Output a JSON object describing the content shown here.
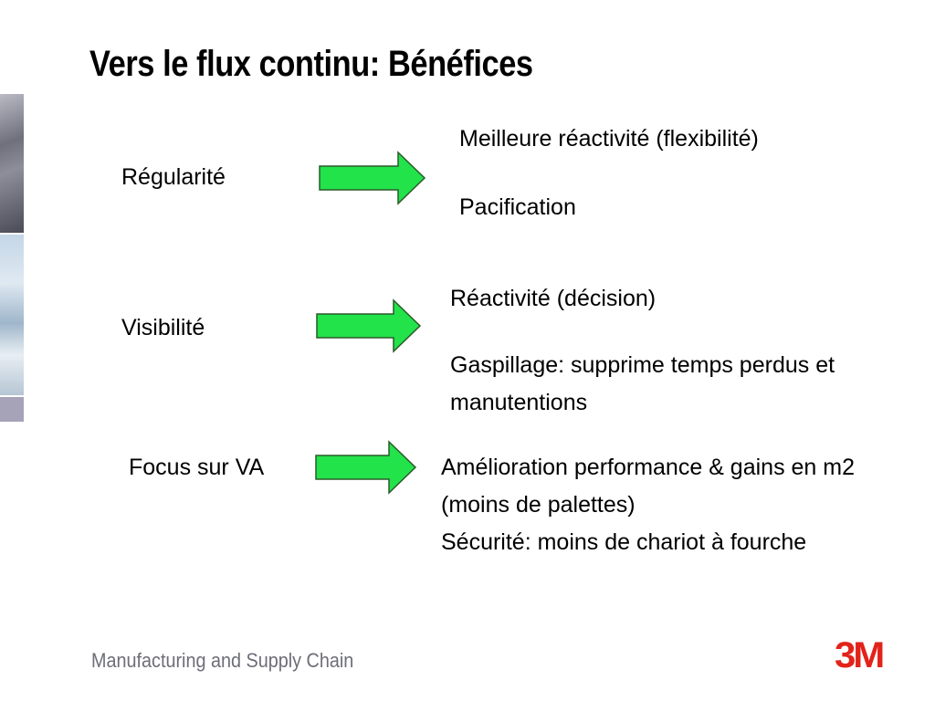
{
  "title": "Vers le flux continu: Bénéfices",
  "rows": [
    {
      "cause": "Régularité",
      "benefits": [
        "Meilleure réactivité (flexibilité)",
        "Pacification"
      ]
    },
    {
      "cause": "Visibilité",
      "benefits": [
        "Réactivité (décision)",
        "Gaspillage: supprime temps perdus et manutentions"
      ]
    },
    {
      "cause": "Focus sur VA",
      "benefits": [
        "Amélioration performance & gains en m2 (moins de palettes)",
        "Sécurité: moins de chariot à fourche"
      ]
    }
  ],
  "footer": "Manufacturing and Supply Chain",
  "logo": "3M",
  "colors": {
    "arrow_fill": "#22e34a",
    "arrow_stroke": "#2a5a2a",
    "logo_red": "#e2231a",
    "footer_gray": "#6e6e78"
  }
}
